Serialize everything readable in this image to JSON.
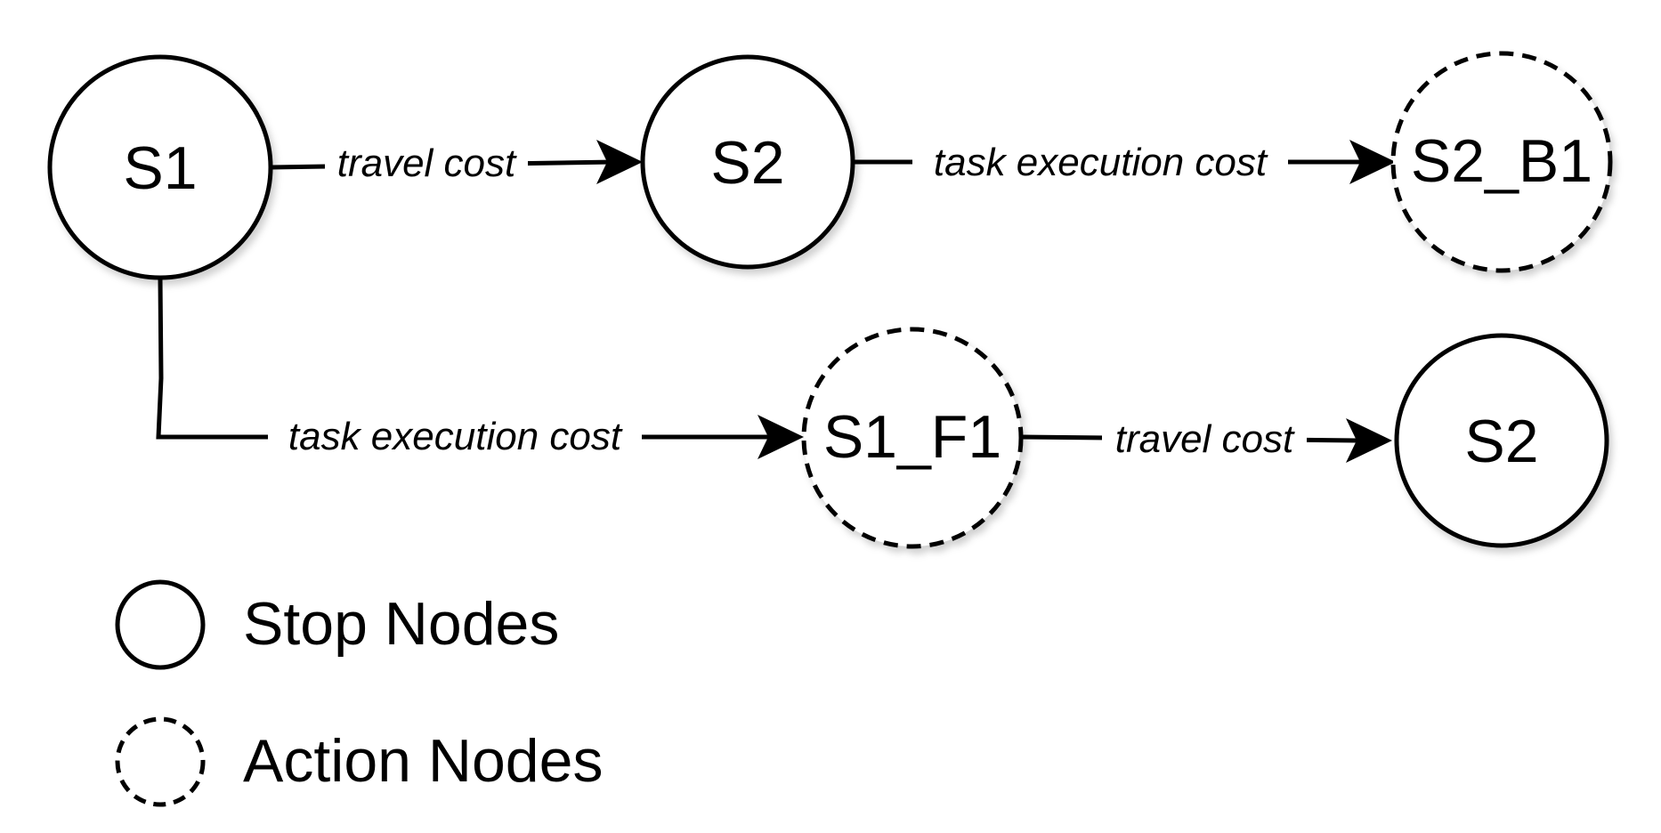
{
  "nodes": {
    "n1": {
      "label": "S1",
      "kind": "stop"
    },
    "n2": {
      "label": "S2",
      "kind": "stop"
    },
    "n3": {
      "label": "S2_B1",
      "kind": "action"
    },
    "n4": {
      "label": "S1_F1",
      "kind": "action"
    },
    "n5": {
      "label": "S2",
      "kind": "stop"
    }
  },
  "edges": {
    "e1": {
      "from": "n1",
      "to": "n2",
      "label": "travel cost"
    },
    "e2": {
      "from": "n2",
      "to": "n3",
      "label": "task execution cost"
    },
    "e3": {
      "from": "n1",
      "to": "n4",
      "label": "task execution cost"
    },
    "e4": {
      "from": "n4",
      "to": "n5",
      "label": "travel cost"
    }
  },
  "legend": {
    "stop": {
      "label": "Stop Nodes"
    },
    "action": {
      "label": "Action Nodes"
    }
  }
}
